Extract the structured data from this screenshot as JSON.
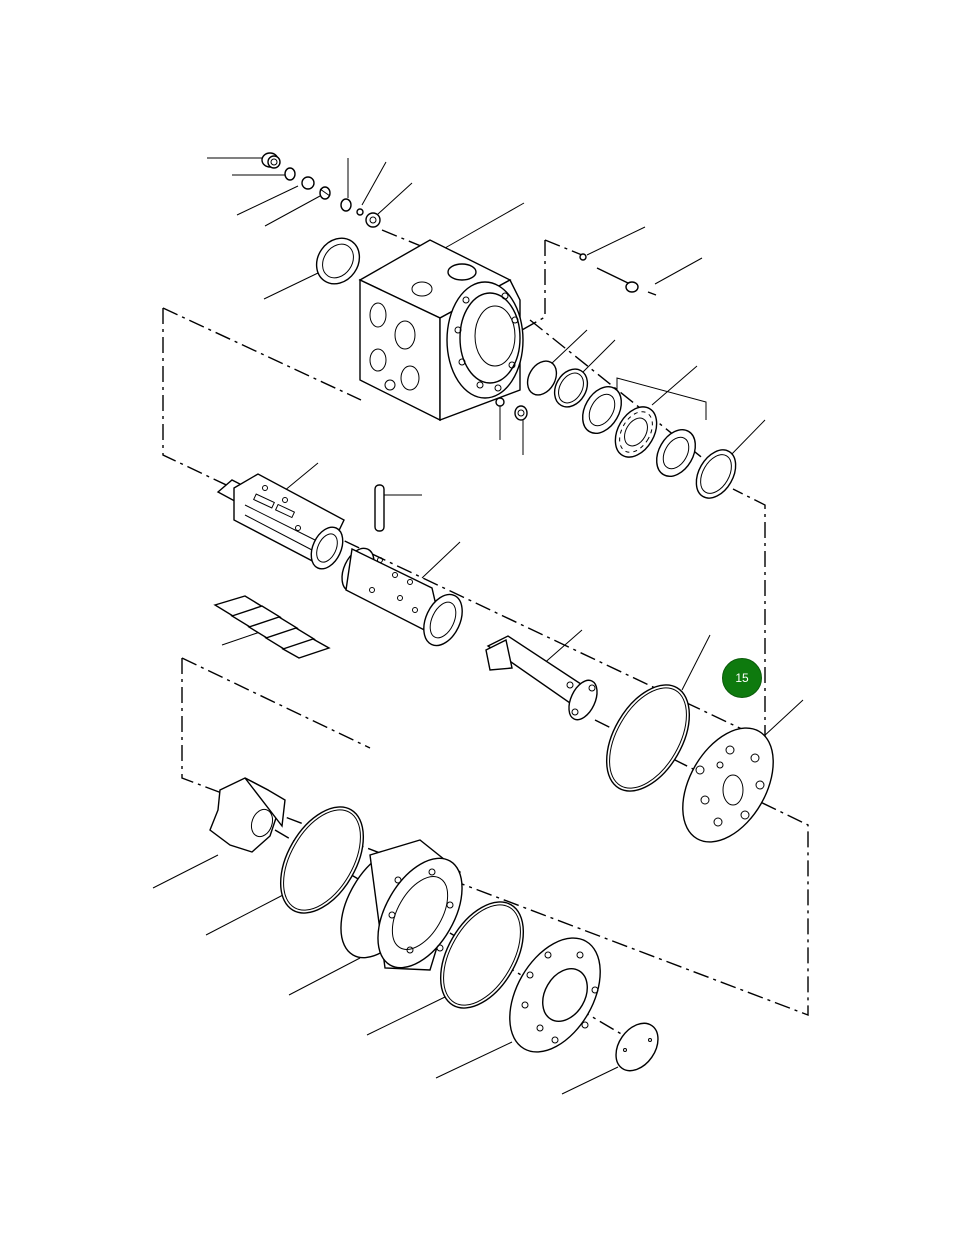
{
  "callouts": [
    {
      "label": "15",
      "color": "#0e7a0e",
      "text_color": "#ffffff"
    }
  ],
  "parts": [
    "plug-fitting",
    "o-ring-small",
    "check-valve-ball-seat",
    "ball",
    "check-plug",
    "seal-washer",
    "valve-housing",
    "plug-ball",
    "plug-screw",
    "pin-guide",
    "pin-small",
    "dust-seal",
    "quad-ring",
    "bushing",
    "thrust-washer",
    "needle-bearing",
    "retaining-ring",
    "spool",
    "cross-pin",
    "sleeve",
    "centering-springs",
    "drive-shaft",
    "o-ring-large",
    "spacer-plate",
    "rotor",
    "o-ring",
    "gerotor-ring",
    "o-ring-2",
    "end-cap",
    "name-plate"
  ]
}
